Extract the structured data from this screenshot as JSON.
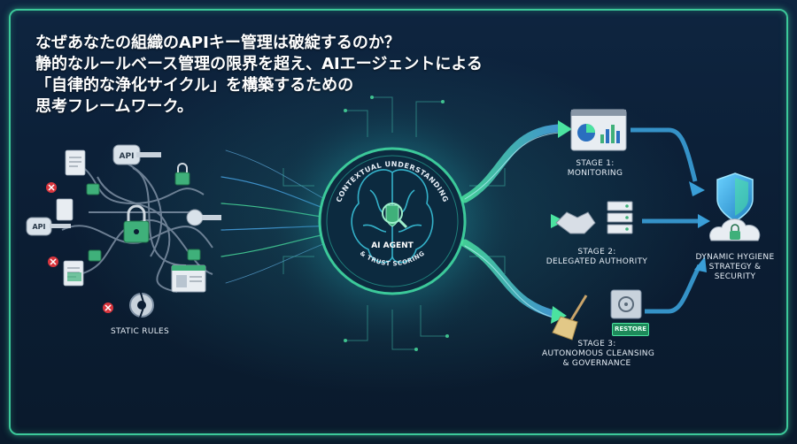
{
  "headline": {
    "line1": "なぜあなたの組織のAPIキー管理は破綻するのか？",
    "line2": "静的なルールベース管理の限界を超え、AIエージェントによる",
    "line3": "「自律的な浄化サイクル」を構築するための",
    "line4": "思考フレームワーク。"
  },
  "left_cluster": {
    "caption": "STATIC RULES",
    "api_tag": "API"
  },
  "core": {
    "center_label": "AI AGENT",
    "ring_top": "CONTEXTUAL UNDERSTANDING",
    "ring_bottom": "& TRUST SCORING"
  },
  "stages": [
    {
      "line1": "STAGE 1:",
      "line2": "MONITORING"
    },
    {
      "line1": "STAGE 2:",
      "line2": "DELEGATED AUTHORITY"
    },
    {
      "line1": "STAGE 3:",
      "line2": "AUTONOMOUS CLEANSING",
      "line3": "& GOVERNANCE"
    }
  ],
  "restore_badge": "RESTORE",
  "outcome": {
    "line1": "DYNAMIC HYGIENE",
    "line2": "STRATEGY &",
    "line3": "SECURITY"
  },
  "colors": {
    "frame": "#3cc99a",
    "background": "#0b1d33",
    "accent_green": "#4be3a0",
    "accent_blue": "#4aa8e8",
    "lock_green": "#3fb07a"
  },
  "icons": [
    "document-icon",
    "api-key-icon",
    "padlock-icon",
    "error-x-icon",
    "broken-gear-icon",
    "browser-window-icon",
    "brain-icon",
    "magnifier-shield-icon",
    "dashboard-icon",
    "handshake-icon",
    "server-icon",
    "broom-icon",
    "safe-icon",
    "shield-icon",
    "cloud-lock-icon"
  ]
}
